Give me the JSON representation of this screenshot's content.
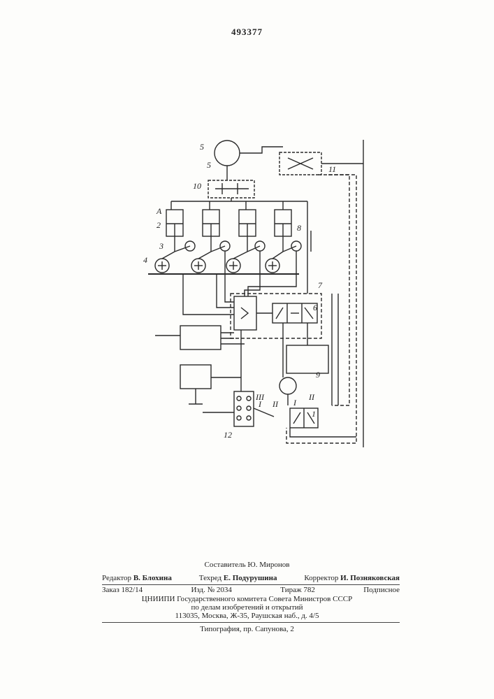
{
  "page": {
    "patent_number": "493377"
  },
  "diagram": {
    "labels": {
      "l5a": "5",
      "l5b": "5",
      "l10": "10",
      "lA": "A",
      "l2": "2",
      "l3": "3",
      "l4": "4",
      "l8": "8",
      "l7": "7",
      "l6": "6",
      "l9": "9",
      "l12": "12",
      "l1": "1",
      "l11": "11",
      "rI": "I",
      "rII": "II",
      "rIII": "III",
      "sI": "I",
      "sII": "II"
    }
  },
  "footer": {
    "compiler": "Составитель Ю. Миронов",
    "editor_label": "Редактор",
    "editor_name": "В. Блохина",
    "techred_label": "Техред",
    "techred_name": "Е. Подурушина",
    "corrector_label": "Корректор",
    "corrector_name": "И. Позняковская",
    "order": "Заказ 182/14",
    "edition": "Изд. № 2034",
    "circulation": "Тираж 782",
    "subscription": "Подписное",
    "institution_line1": "ЦНИИПИ Государственного комитета Совета Министров СССР",
    "institution_line2": "по делам изобретений и открытий",
    "institution_line3": "113035, Москва, Ж-35, Раушская наб., д. 4/5",
    "printer": "Типография, пр. Сапунова, 2"
  }
}
